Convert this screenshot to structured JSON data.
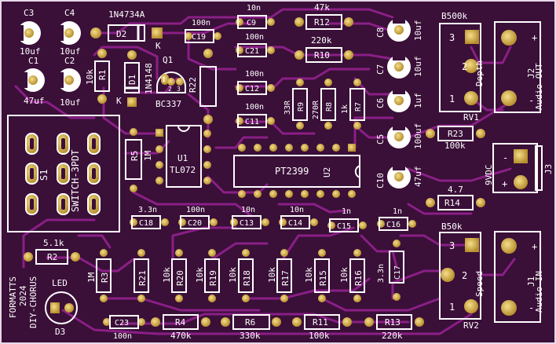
{
  "board": {
    "credits": [
      "FORMATTS",
      "2024",
      "DIY-CHORUS"
    ],
    "led_label": "LED",
    "led_ref": "D3"
  },
  "capacitors": {
    "C3": {
      "ref": "C3",
      "value": "10uf"
    },
    "C4": {
      "ref": "C4",
      "value": "10uf"
    },
    "C1": {
      "ref": "C1",
      "value": "47uf"
    },
    "C2": {
      "ref": "C2",
      "value": "10uf"
    },
    "C8": {
      "ref": "C8",
      "value": "10uf"
    },
    "C7": {
      "ref": "C7",
      "value": "10uf"
    },
    "C6": {
      "ref": "C6",
      "value": "1uf"
    },
    "C5": {
      "ref": "C5",
      "value": "100uf"
    },
    "C10": {
      "ref": "C10",
      "value": "47uf"
    },
    "C9": {
      "ref": "C9",
      "value": "10n"
    },
    "C19": {
      "ref": "C19",
      "value": "100n"
    },
    "C21": {
      "ref": "C21",
      "value": "100n"
    },
    "C12": {
      "ref": "C12",
      "value": "100n"
    },
    "C11": {
      "ref": "C11",
      "value": "100n"
    },
    "C18": {
      "ref": "C18",
      "value": "3.3n"
    },
    "C20": {
      "ref": "C20",
      "value": "100n"
    },
    "C13": {
      "ref": "C13",
      "value": "10n"
    },
    "C14": {
      "ref": "C14",
      "value": "10n"
    },
    "C15": {
      "ref": "C15",
      "value": "1n"
    },
    "C16": {
      "ref": "C16",
      "value": "1n"
    },
    "C17": {
      "ref": "C17",
      "value": "3.3n"
    },
    "C23": {
      "ref": "C23",
      "value": "100n"
    }
  },
  "resistors": {
    "R12": {
      "ref": "R12",
      "value": "47k"
    },
    "R10": {
      "ref": "R10",
      "value": "220k"
    },
    "R1": {
      "ref": "R1",
      "value": "10k"
    },
    "R22": {
      "ref": "R22"
    },
    "R9": {
      "ref": "R9",
      "value": "33R"
    },
    "R8": {
      "ref": "R8",
      "value": "270R"
    },
    "R7": {
      "ref": "R7",
      "value": "1k"
    },
    "R23": {
      "ref": "R23",
      "value": "100k"
    },
    "R14": {
      "ref": "R14",
      "value": "4.7"
    },
    "R5": {
      "ref": "R5",
      "value": "1M"
    },
    "R2": {
      "ref": "R2",
      "value": "5.1k"
    },
    "R3": {
      "ref": "R3",
      "value": "1M"
    },
    "R21": {
      "ref": "R21",
      "value": "10k"
    },
    "R20": {
      "ref": "R20",
      "value": "10k"
    },
    "R19": {
      "ref": "R19",
      "value": "10k"
    },
    "R18": {
      "ref": "R18",
      "value": "10k"
    },
    "R17": {
      "ref": "R17",
      "value": "10k"
    },
    "R15": {
      "ref": "R15",
      "value": "10k"
    },
    "R16": {
      "ref": "R16",
      "value": "10k"
    },
    "R4": {
      "ref": "R4",
      "value": "470k"
    },
    "R6": {
      "ref": "R6",
      "value": "330k"
    },
    "R11": {
      "ref": "R11",
      "value": "100k"
    },
    "R13": {
      "ref": "R13",
      "value": "220k"
    }
  },
  "diodes": {
    "D2": {
      "ref": "D2",
      "value": "1N4734A",
      "k": "K"
    },
    "D1": {
      "ref": "D1",
      "value": "1N4148",
      "k": "K"
    }
  },
  "transistor": {
    "ref": "Q1",
    "value": "BC337",
    "pins": [
      "1",
      "2",
      "3"
    ]
  },
  "ics": {
    "U1": {
      "ref": "U1",
      "value": "TL072"
    },
    "U2": {
      "ref": "U2",
      "value": "PT2399"
    }
  },
  "switch": {
    "ref": "S1",
    "value": "SWITCH-3PDT"
  },
  "pots": {
    "RV1": {
      "ref": "RV1",
      "value": "B500k",
      "name": "Depth",
      "pins": [
        "3",
        "2",
        "1"
      ]
    },
    "RV2": {
      "ref": "RV2",
      "value": "B50k",
      "name": "Speed",
      "pins": [
        "3",
        "2",
        "1"
      ]
    }
  },
  "jacks": {
    "J2": {
      "ref": "J2",
      "name": "Audio OUT",
      "plus": "+",
      "minus": "-"
    },
    "J1": {
      "ref": "J1",
      "name": "Audio IN",
      "plus": "+",
      "minus": "-"
    },
    "J3": {
      "ref": "J3",
      "name": "9VDC",
      "minus": "-",
      "plus": "+"
    }
  },
  "colors": {
    "board": "#3a0f38",
    "trace": "#8a1f86",
    "pad": "#c9a84a",
    "silk": "#ffffff"
  }
}
